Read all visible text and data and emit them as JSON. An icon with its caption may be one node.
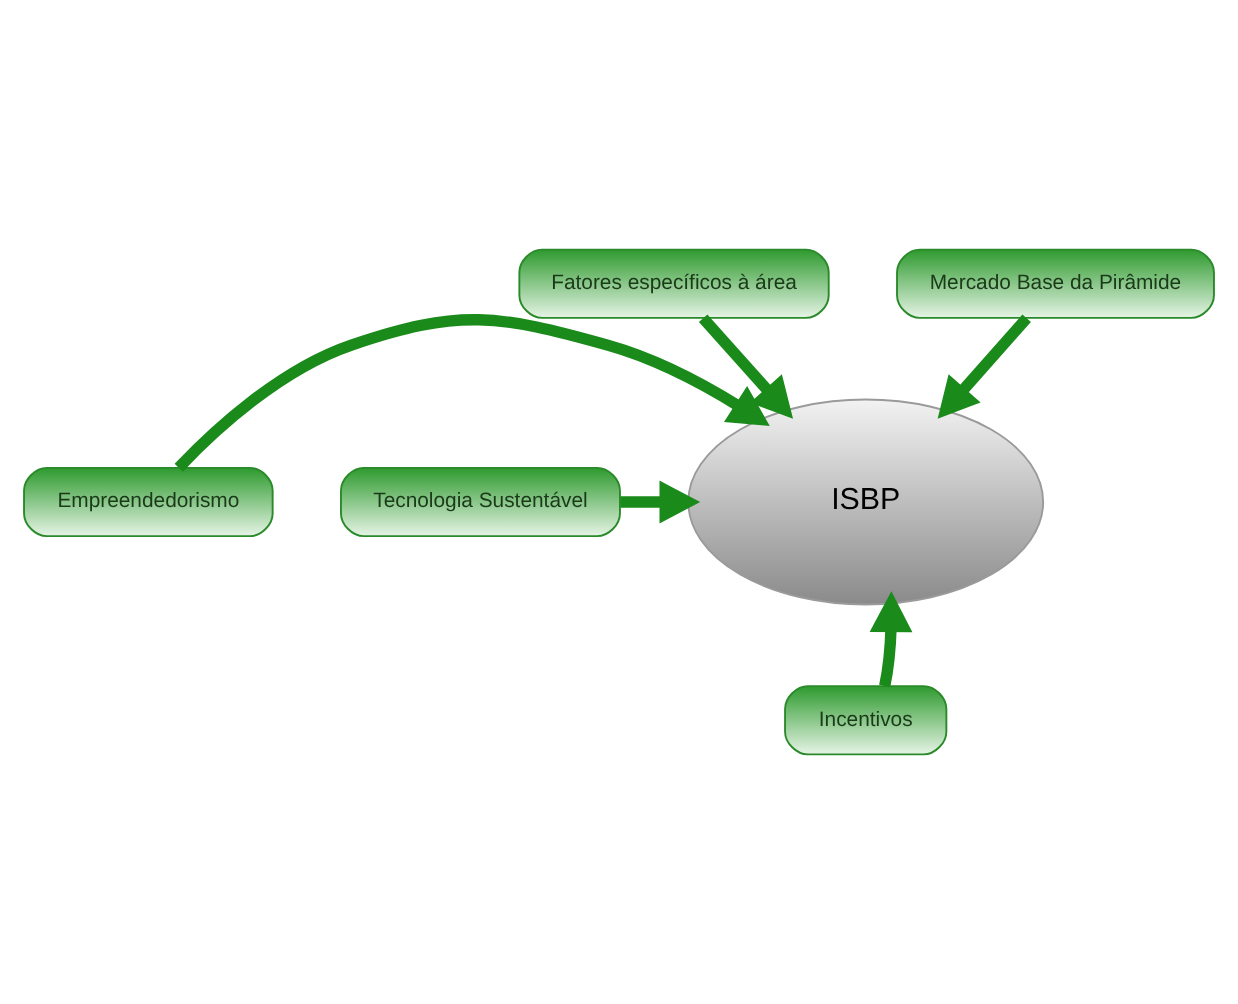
{
  "diagram": {
    "nodes": [
      {
        "text": [
          "Fatores específicos à área"
        ]
      },
      {
        "text": [
          "Mercado Base da Pirâmide"
        ]
      },
      {
        "text": [
          "ISBP"
        ]
      },
      {
        "text": [
          "Empreendedorismo"
        ]
      },
      {
        "text": [
          "Tecnologia Sustentável"
        ]
      },
      {
        "text": [
          "Incentivos"
        ]
      }
    ],
    "edges": [
      {
        "from": 0,
        "to": 2,
        "arrow": "to"
      },
      {
        "from": 1,
        "to": 2,
        "arrow": "to"
      },
      {
        "from": 3,
        "to": 2,
        "arrow": "to"
      },
      {
        "from": 4,
        "to": 2,
        "arrow": "to"
      },
      {
        "from": 5,
        "to": 2,
        "arrow": "to"
      }
    ]
  }
}
